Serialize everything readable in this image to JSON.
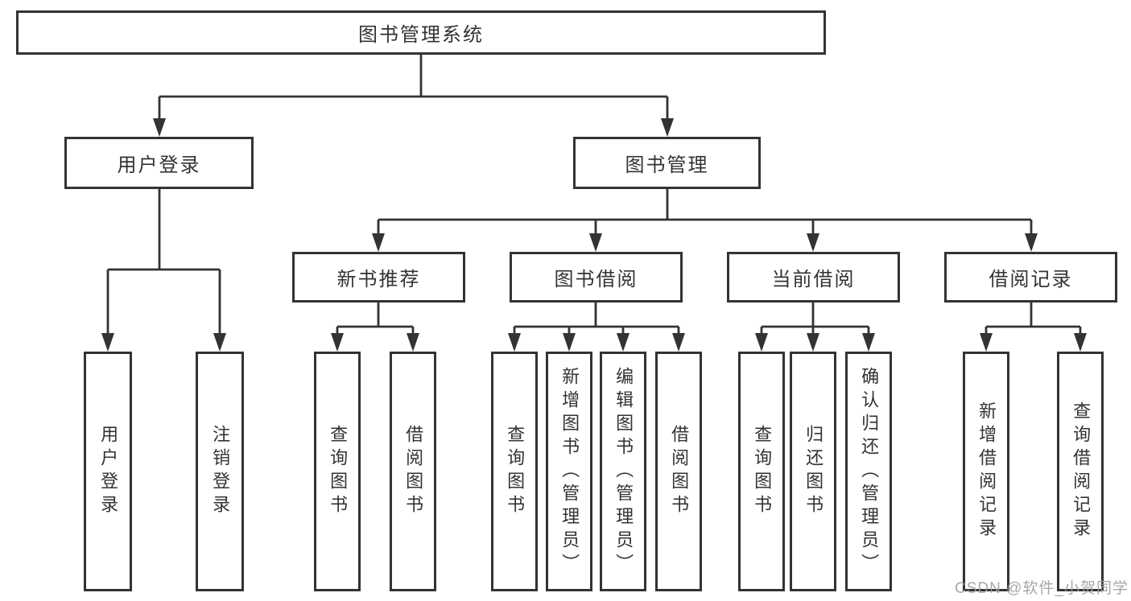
{
  "diagram": {
    "colors": {
      "line": "#333333",
      "box_border": "#333333",
      "text": "#333333",
      "watermark": "#a0a0a0",
      "background": "#ffffff"
    },
    "tree": {
      "label": "图书管理系统",
      "children": [
        {
          "label": "用户登录",
          "children": [
            {
              "label": "用户登录"
            },
            {
              "label": "注销登录"
            }
          ]
        },
        {
          "label": "图书管理",
          "children": [
            {
              "label": "新书推荐",
              "children": [
                {
                  "label": "查询图书"
                },
                {
                  "label": "借阅图书"
                }
              ]
            },
            {
              "label": "图书借阅",
              "children": [
                {
                  "label": "查询图书"
                },
                {
                  "label": "新增图书（管理员）"
                },
                {
                  "label": "编辑图书（管理员）"
                },
                {
                  "label": "借阅图书"
                }
              ]
            },
            {
              "label": "当前借阅",
              "children": [
                {
                  "label": "查询图书"
                },
                {
                  "label": "归还图书"
                },
                {
                  "label": "确认归还（管理员）"
                }
              ]
            },
            {
              "label": "借阅记录",
              "children": [
                {
                  "label": "新增借阅记录"
                },
                {
                  "label": "查询借阅记录"
                }
              ]
            }
          ]
        }
      ]
    },
    "watermark": "CSDN @软件_小贺同学"
  }
}
